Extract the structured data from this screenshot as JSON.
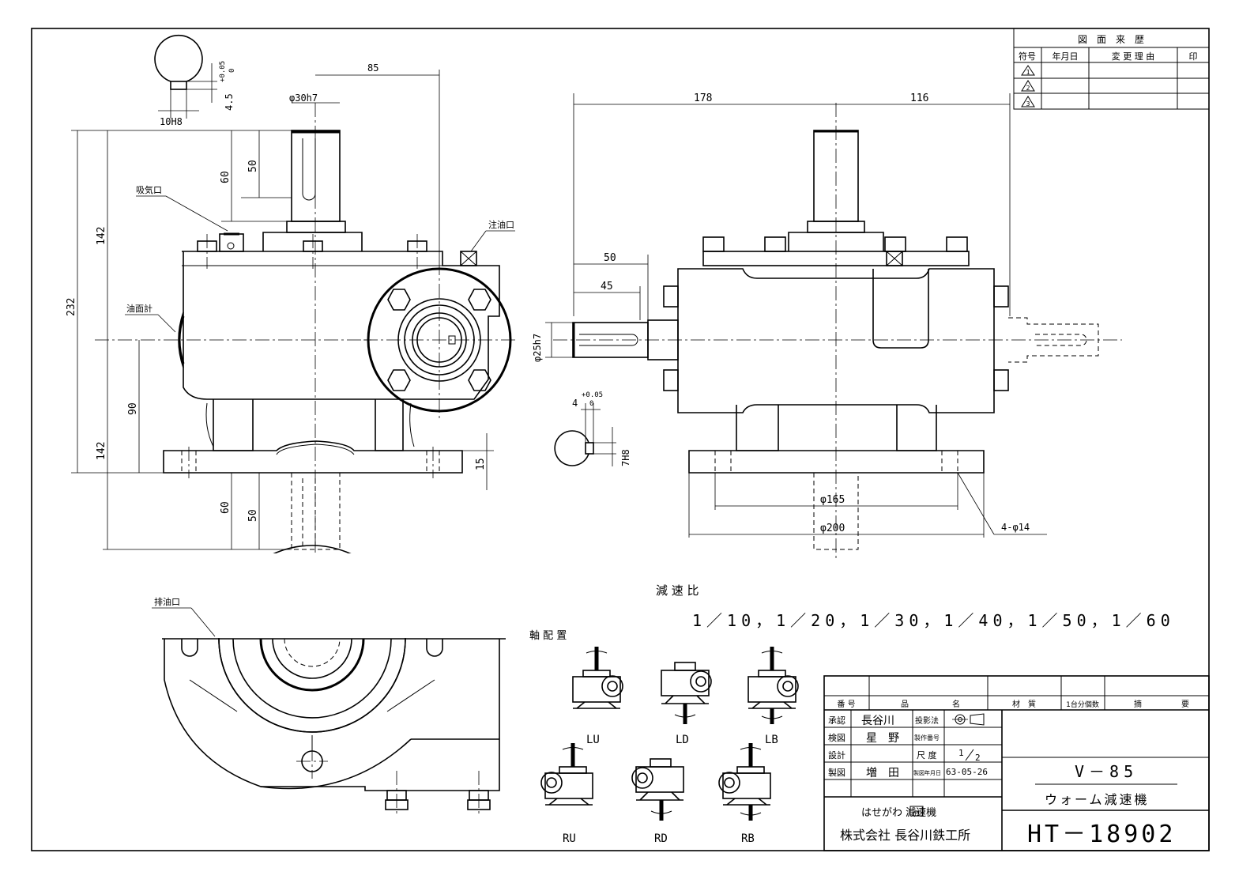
{
  "revision_table": {
    "title": "図　面　来　歴",
    "headers": [
      "符号",
      "年月日",
      "変 更 理 由",
      "印"
    ],
    "symbols": [
      "1",
      "2",
      "3"
    ]
  },
  "dimensions": {
    "keyway_top_width": "10H8",
    "keyway_top_depth": "4.5",
    "keyway_top_tol": "+0.05",
    "keyway_top_tol2": "0",
    "d85": "85",
    "shaft_top_dia": "φ30h7",
    "d60_top": "60",
    "d50_top": "50",
    "d142_top": "142",
    "d232": "232",
    "d90": "90",
    "d142_bot": "142",
    "d15": "15",
    "d60_bot": "60",
    "d50_bot": "50",
    "d178": "178",
    "d116": "116",
    "d50_side": "50",
    "d45_side": "45",
    "shaft_side_dia": "φ25h7",
    "keyway_side_depth": "4",
    "keyway_side_tol": "+0.05",
    "keyway_side_tol2": "0",
    "keyway_side_width": "7H8",
    "d165": "φ165",
    "d200": "φ200",
    "holes": "4-φ14"
  },
  "callouts": {
    "air_vent": "吸気口",
    "oil_inlet": "注油口",
    "oil_gauge": "油面計",
    "oil_drain": "排油口"
  },
  "reduction": {
    "label": "減 速 比",
    "ratios": "1／10，1／20，1／30，1／40，1／50，1／60"
  },
  "shaft_arrangement": {
    "label": "軸 配 置",
    "labels": [
      "LU",
      "LD",
      "LB",
      "RU",
      "RD",
      "RB"
    ]
  },
  "title_block": {
    "col_no": "番 号",
    "col_name_a": "品",
    "col_name_b": "名",
    "col_material": "材　質",
    "col_qty": "1台分個数",
    "col_remarks_a": "摘",
    "col_remarks_b": "要",
    "approved_label": "承認",
    "approved_name": "長谷川",
    "projection_label": "投影法",
    "checked_label": "検図",
    "checked_name": "星　野",
    "mfg_no_label": "製作番号",
    "design_label": "設計",
    "scale_label": "尺 度",
    "scale_num": "1",
    "scale_den": "2",
    "drawn_label": "製図",
    "drawn_name": "増　田",
    "date_label": "製図年月日",
    "date_value": "63-05-26",
    "model": "V－85",
    "product": "ウォーム減速機",
    "brand_line": "はせがわ 減速機",
    "brand_mark": "HM",
    "company": "株式会社 長谷川鉄工所",
    "drawing_no": "HT－18902"
  }
}
